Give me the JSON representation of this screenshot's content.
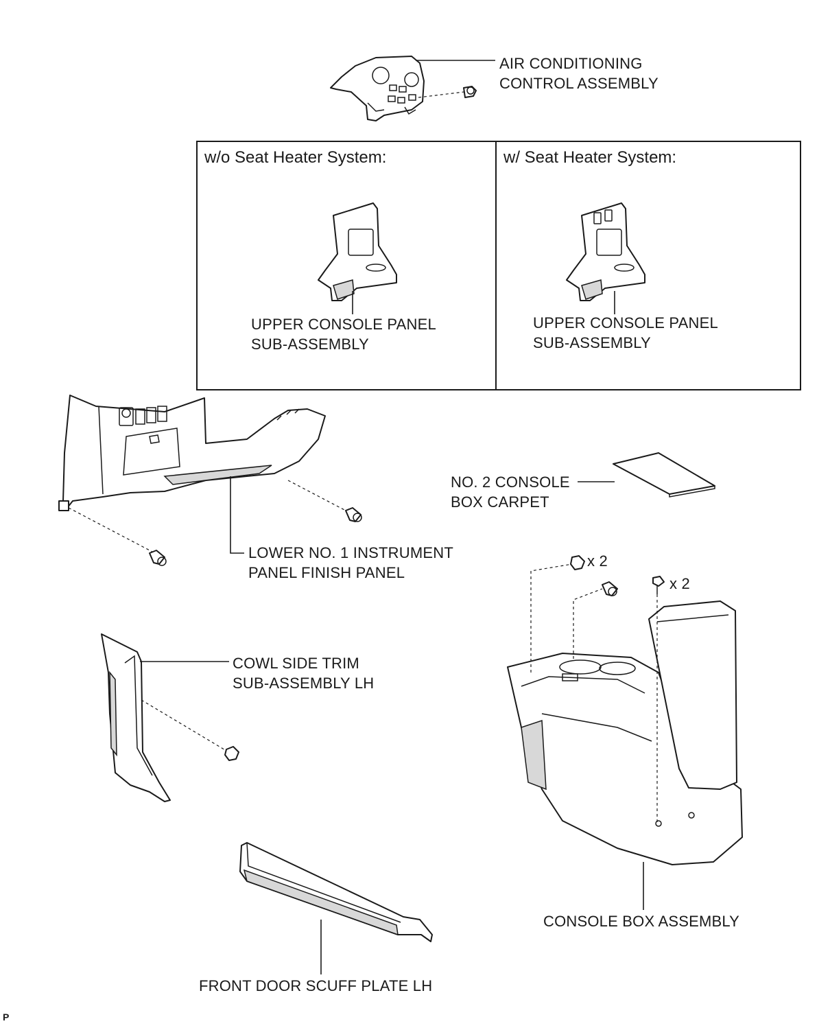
{
  "panels": {
    "left_title": "w/o Seat Heater System:",
    "right_title": "w/ Seat Heater System:"
  },
  "labels": {
    "ac_control": [
      "AIR CONDITIONING",
      "CONTROL ASSEMBLY"
    ],
    "upper_console_left": [
      "UPPER CONSOLE PANEL",
      "SUB-ASSEMBLY"
    ],
    "upper_console_right": [
      "UPPER CONSOLE PANEL",
      "SUB-ASSEMBLY"
    ],
    "console_carpet": [
      "NO. 2 CONSOLE",
      "BOX CARPET"
    ],
    "lower_finish_panel": [
      "LOWER NO. 1 INSTRUMENT",
      "PANEL FINISH PANEL"
    ],
    "cowl_side_trim": [
      "COWL SIDE TRIM",
      "SUB-ASSEMBLY LH"
    ],
    "console_box": "CONSOLE BOX ASSEMBLY",
    "scuff_plate": "FRONT DOOR SCUFF PLATE LH",
    "qty_clip": "x 2",
    "qty_screw": "x 2",
    "corner_code": "P"
  }
}
